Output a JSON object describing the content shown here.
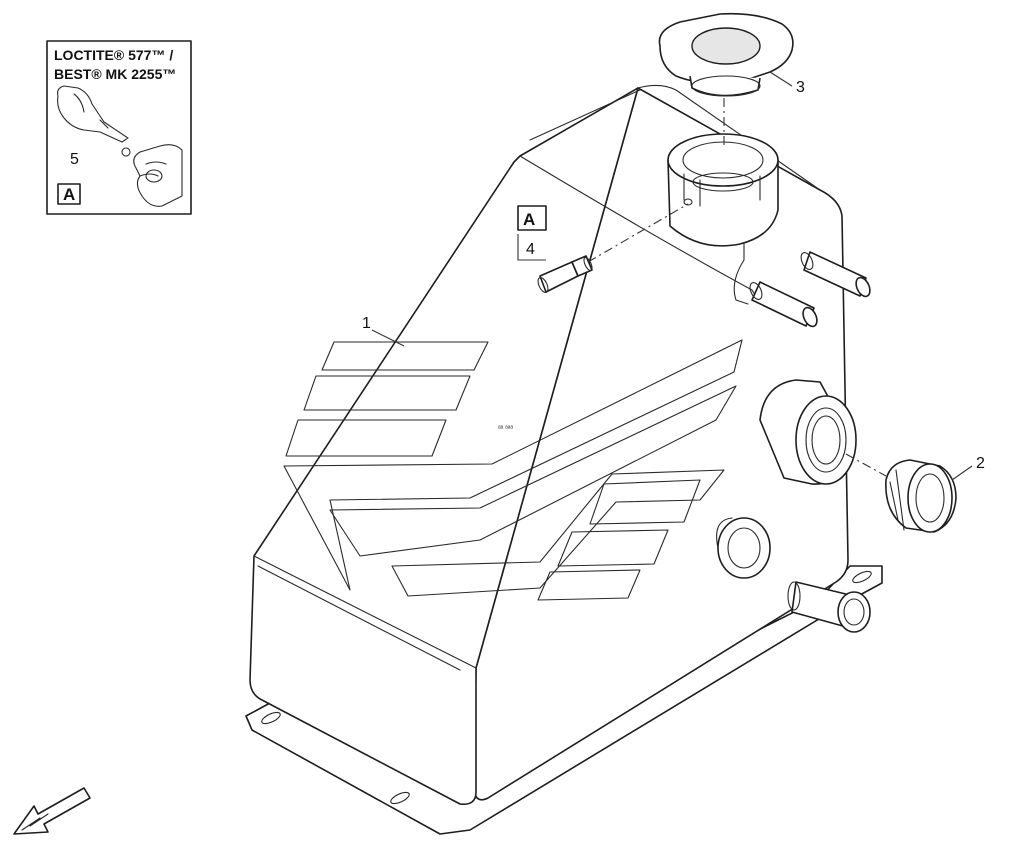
{
  "legend": {
    "line1": "LOCTITE® 577™ /",
    "line2": "BEST® MK 2255™",
    "item": "5",
    "ref": "A"
  },
  "callouts": {
    "tank": "1",
    "plug": "2",
    "cap": "3",
    "fitting": "4"
  },
  "fitting_ref": "A",
  "logo_mark": "ᵃᵃ ᵃᵃᵃ"
}
